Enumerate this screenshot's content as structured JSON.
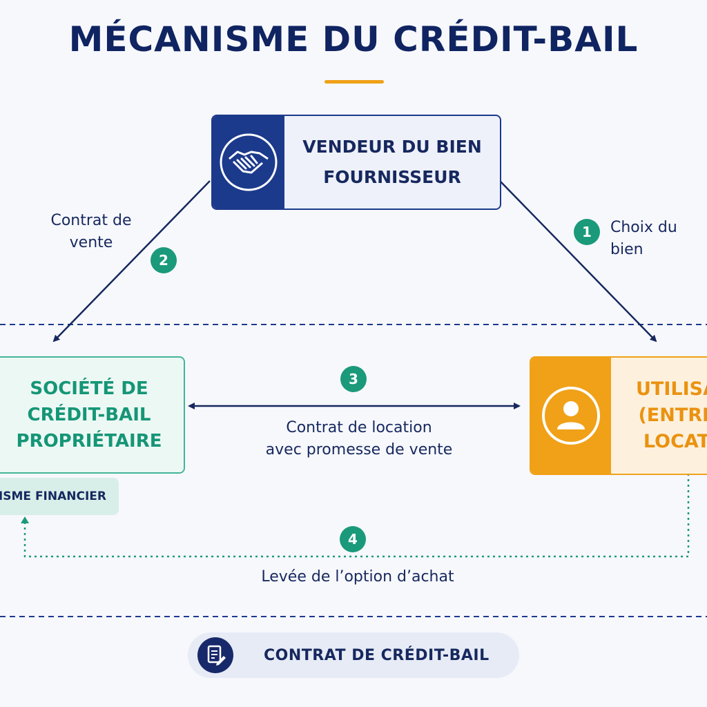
{
  "title": "MÉCANISME DU CRÉDIT-BAIL",
  "vendor": {
    "line1": "VENDEUR DU BIEN",
    "line2": "FOURNISSEUR",
    "icon": "handshake-icon"
  },
  "societe": {
    "line1": "SOCIÉTÉ DE",
    "line2": "CRÉDIT-BAIL",
    "line3": "PROPRIÉTAIRE",
    "org_label": "ISME FINANCIER"
  },
  "user": {
    "line1": "UTILISA",
    "line2": "(ENTRE",
    "line3": "LOCAT",
    "icon": "user-icon"
  },
  "steps": {
    "step1": {
      "number": "1",
      "line1": "Choix du",
      "line2": "bien"
    },
    "step2": {
      "number": "2",
      "line1": "Contrat de",
      "line2": "vente"
    },
    "step3": {
      "number": "3",
      "line1": "Contrat de location",
      "line2": "avec promesse de vente"
    },
    "step4": {
      "number": "4",
      "line1": "Levée de l’option d’achat"
    }
  },
  "footer": {
    "label": "CONTRAT DE CRÉDIT-BAIL",
    "icon": "contract-document-icon"
  },
  "colors": {
    "navy": "#16285e",
    "teal": "#1a9a7a",
    "orange": "#f0a118",
    "accent_underline": "#f0a118"
  }
}
